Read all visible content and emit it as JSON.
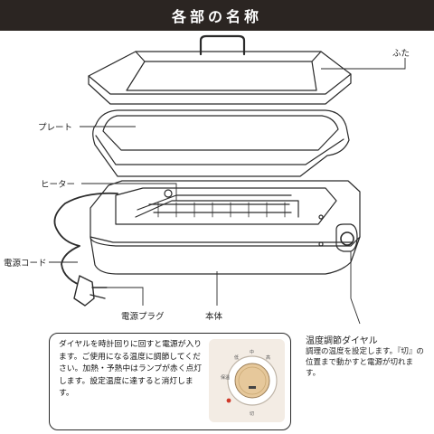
{
  "title": "各部の名称",
  "labels": {
    "lid": "ふた",
    "plate": "プレート",
    "heater": "ヒーター",
    "cord": "電源コード",
    "plug": "電源プラグ",
    "body": "本体",
    "dial": "温度調節ダイヤル"
  },
  "dial_description": "調理の温度を設定します。『切』の位置まで動かすと電源が切れます。",
  "note": "ダイヤルを時計回りに回すと電源が入ります。ご使用になる温度に調節してください。加熱・予熱中はランプが赤く点灯します。設定温度に達すると消灯します。",
  "dial_marks": {
    "keep_warm": "保温",
    "off": "切",
    "low": "低",
    "mid": "中",
    "high": "高"
  },
  "colors": {
    "banner": "#2b2522",
    "dial_knob": "#e6c89b",
    "lamp": "#d03a2a"
  }
}
